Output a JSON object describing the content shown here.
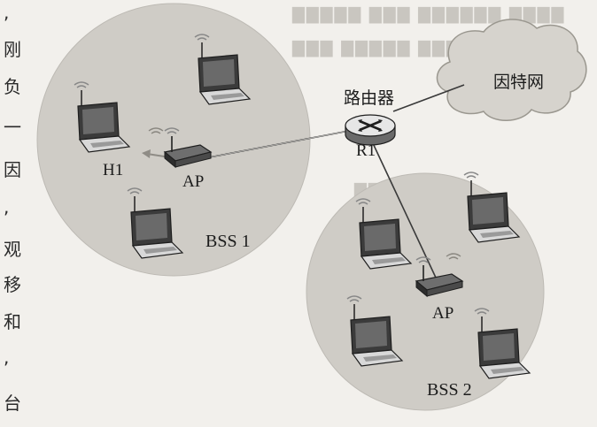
{
  "margin_chars": [
    ",",
    "刚",
    "负",
    "一",
    "因",
    ",",
    "观",
    "移",
    "和",
    ",",
    "台"
  ],
  "labels": {
    "internet": "因特网",
    "router": "路由器",
    "r1": "R1",
    "h1": "H1",
    "ap1": "AP",
    "ap2": "AP",
    "bss1": "BSS 1",
    "bss2": "BSS 2"
  },
  "colors": {
    "bss_fill": "#cfccc6",
    "cloud_fill": "#d6d3cd",
    "line": "#3a3a3a"
  }
}
